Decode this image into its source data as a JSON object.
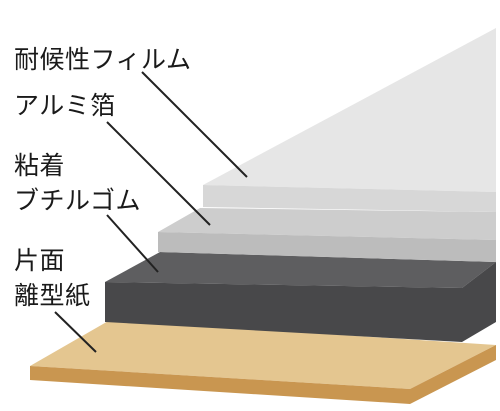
{
  "labels": {
    "film": "耐候性フィルム",
    "foil": "アルミ箔",
    "rubber_line1": "粘着",
    "rubber_line2": "ブチルゴム",
    "paper_line1": "片面",
    "paper_line2": "離型紙"
  },
  "colors": {
    "film_top": "#e6e6e6",
    "film_front": "#d7d7d7",
    "foil_top": "#cdcdcd",
    "foil_front": "#bcbcbc",
    "rubber_top": "#5e5e60",
    "rubber_front": "#48484a",
    "paper_top": "#e4c690",
    "paper_front": "#c99650",
    "leader": "#222222"
  }
}
